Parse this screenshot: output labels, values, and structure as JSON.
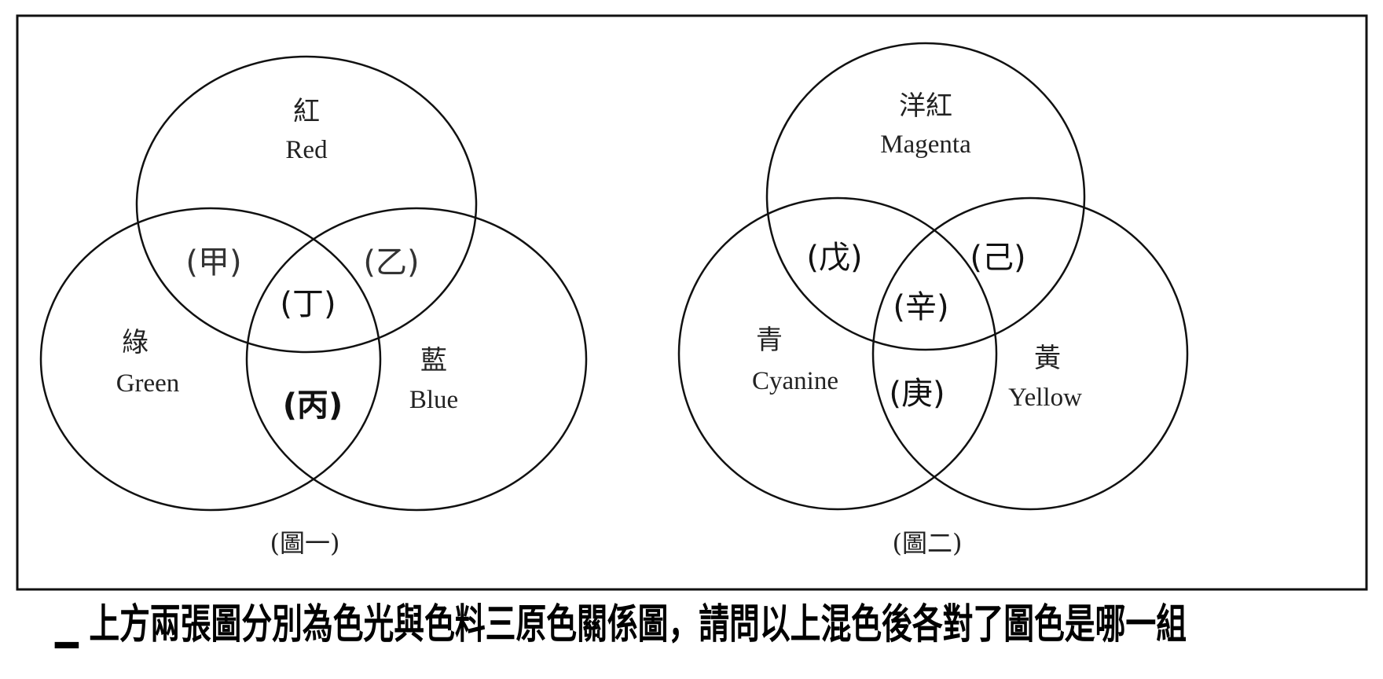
{
  "figure_one": {
    "circles": {
      "red": {
        "zh": "紅",
        "en": "Red"
      },
      "green": {
        "zh": "綠",
        "en": "Green"
      },
      "blue": {
        "zh": "藍",
        "en": "Blue"
      }
    },
    "regions": {
      "red_green": "(甲)",
      "red_blue": "(乙)",
      "center": "(丁)",
      "green_blue": "(丙)"
    },
    "caption": "(圖一)"
  },
  "figure_two": {
    "circles": {
      "magenta": {
        "zh": "洋紅",
        "en": "Magenta"
      },
      "cyan": {
        "zh": "青",
        "en": "Cyanine"
      },
      "yellow": {
        "zh": "黃",
        "en": "Yellow"
      }
    },
    "regions": {
      "magenta_cyan": "(戊)",
      "magenta_yellow": "(己)",
      "center": "(辛)",
      "cyan_yellow": "(庚)"
    },
    "caption": "(圖二)"
  },
  "bottom_text": "▁ 上方兩張圖分別為色光與色料三原色關係圖，請問以上混色後各對了圖色是哪一組"
}
